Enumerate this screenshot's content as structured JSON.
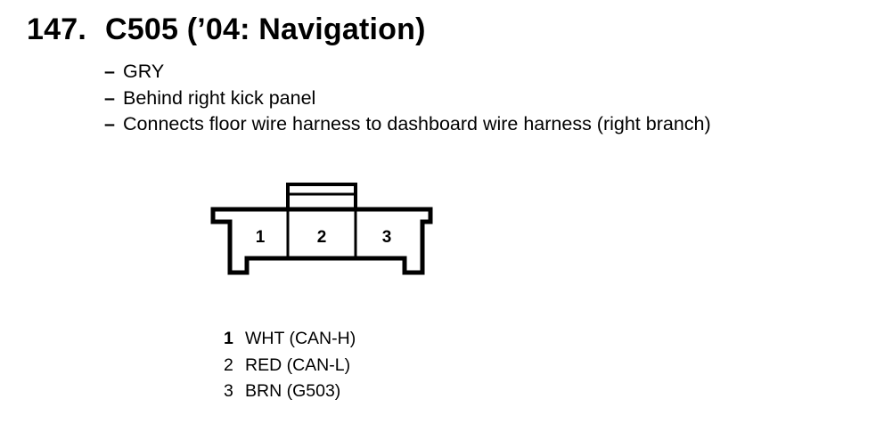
{
  "title": {
    "number": "147.",
    "text": "C505 (’04: Navigation)"
  },
  "bullets": [
    "GRY",
    "Behind right kick panel",
    "Connects floor wire harness to dashboard wire harness (right branch)"
  ],
  "bullet_marker": "–",
  "connector": {
    "cavities": [
      "1",
      "2",
      "3"
    ]
  },
  "pins": [
    {
      "num": "1",
      "desc": "WHT (CAN-H)"
    },
    {
      "num": "2",
      "desc": "RED (CAN-L)"
    },
    {
      "num": "3",
      "desc": "BRN (G503)"
    }
  ]
}
